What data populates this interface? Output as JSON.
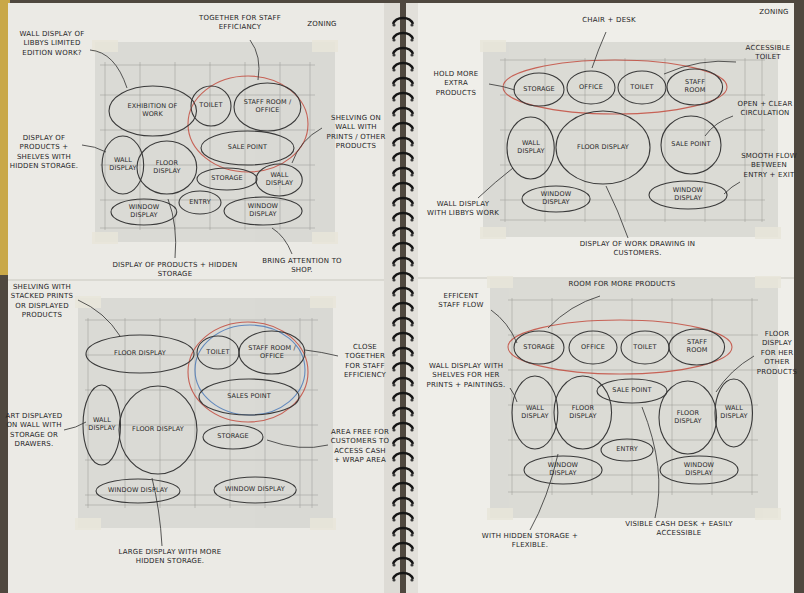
{
  "diagram": {
    "nodes": [
      {
        "text": [
          "EXHIBITION OF WORK"
        ]
      },
      {
        "text": [
          "TOILET"
        ]
      },
      {
        "text": [
          "STAFF ROOM / OFFICE"
        ]
      },
      {
        "text": [
          "WALL DISPLAY"
        ]
      },
      {
        "text": [
          "FLOOR DISPLAY"
        ]
      },
      {
        "text": [
          "SALE POINT"
        ]
      },
      {
        "text": [
          "STORAGE"
        ]
      },
      {
        "text": [
          "WALL DISPLAY"
        ]
      },
      {
        "text": [
          "WINDOW DISPLAY"
        ]
      },
      {
        "text": [
          "ENTRY"
        ]
      },
      {
        "text": [
          "WINDOW DISPLAY"
        ]
      },
      {
        "text": [
          "STORAGE"
        ]
      },
      {
        "text": [
          "OFFICE"
        ]
      },
      {
        "text": [
          "TOILET"
        ]
      },
      {
        "text": [
          "STAFF ROOM"
        ]
      },
      {
        "text": [
          "WALL DISPLAY"
        ]
      },
      {
        "text": [
          "FLOOR DISPLAY"
        ]
      },
      {
        "text": [
          "SALE POINT"
        ]
      },
      {
        "text": [
          "WINDOW DISPLAY"
        ]
      },
      {
        "text": [
          "WINDOW DISPLAY"
        ]
      },
      {
        "text": [
          "FLOOR DISPLAY"
        ]
      },
      {
        "text": [
          "TOILET"
        ]
      },
      {
        "text": [
          "STAFF ROOM / OFFICE"
        ]
      },
      {
        "text": [
          "WALL DISPLAY"
        ]
      },
      {
        "text": [
          "FLOOR DISPLAY"
        ]
      },
      {
        "text": [
          "SALES POINT"
        ]
      },
      {
        "text": [
          "STORAGE"
        ]
      },
      {
        "text": [
          "WINDOW DISPLAY"
        ]
      },
      {
        "text": [
          "WINDOW DISPLAY"
        ]
      },
      {
        "text": [
          "STORAGE"
        ]
      },
      {
        "text": [
          "OFFICE"
        ]
      },
      {
        "text": [
          "TOILET"
        ]
      },
      {
        "text": [
          "STAFF ROOM"
        ]
      },
      {
        "text": [
          "WALL DISPLAY"
        ]
      },
      {
        "text": [
          "FLOOR DISPLAY"
        ]
      },
      {
        "text": [
          "SALE POINT"
        ]
      },
      {
        "text": [
          "FLOOR DISPLAY"
        ]
      },
      {
        "text": [
          "WALL DISPLAY"
        ]
      },
      {
        "text": [
          "ENTRY"
        ]
      },
      {
        "text": [
          "WINDOW DISPLAY"
        ]
      },
      {
        "text": [
          "WINDOW DISPLAY"
        ]
      }
    ],
    "labels": [
      "ZONING",
      "WALL DISPLAY OF LIBBYS LIMITED EDITION WORK?",
      "TOGETHER FOR STAFF EFFICIANCY",
      "SHELVING ON WALL WITH PRINTS / OTHER PRODUCTS",
      "DISPLAY OF PRODUCTS + SHELVES WITH HIDDEN STORAGE.",
      "DISPLAY OF PRODUCTS + HIDDEN STORAGE",
      "BRING ATTENTION TO SHOP.",
      "ZONING",
      "CHAIR + DESK",
      "ACCESSIBLE TOILET",
      "HOLD MORE EXTRA PRODUCTS",
      "OPEN + CLEAR CIRCULATION",
      "WALL DISPLAY WITH LIBBYS WORK",
      "SMOOTH FLOW BETWEEN ENTRY + EXIT",
      "DISPLAY OF WORK DRAWING IN CUSTOMERS.",
      "SHELVING WITH STACKED PRINTS OR DISPLAYED PRODUCTS",
      "CLOSE TOGETHER FOR STAFF EFFICIENCY",
      "ART DISPLAYED ON WALL WITH STORAGE OR DRAWERS.",
      "AREA FREE FOR CUSTOMERS TO ACCESS CASH + WRAP AREA",
      "LARGE DISPLAY WITH MORE HIDDEN STORAGE.",
      "EFFICENT STAFF FLOW",
      "ROOM FOR MORE PRODUCTS",
      "FLOOR DISPLAY FOR HER OTHER PRODUCTS",
      "WALL DISPLAY WITH SHELVES FOR HER PRINTS + PAINTINGS.",
      "WITH HIDDEN STORAGE + FLEXIBLE.",
      "VISIBLE CASH DESK + EASILY ACCESSIBLE"
    ]
  }
}
